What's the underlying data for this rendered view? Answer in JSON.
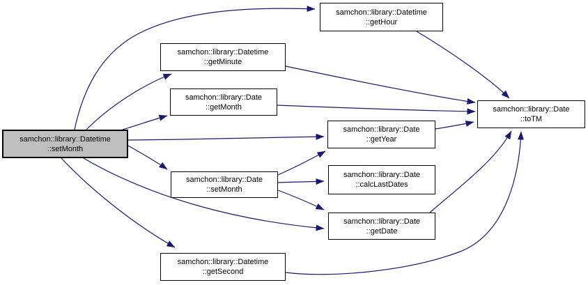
{
  "diagram": {
    "type": "call-graph",
    "background_color": "#ffffff",
    "edge_color": "#191970",
    "node_fill_color": "#ffffff",
    "node_border_color": "#000000",
    "highlight_fill_color": "#bfbfbf",
    "nodes": [
      {
        "id": "datetime-setmonth",
        "line1": "samchon::library::Datetime",
        "line2": "::setMonth",
        "highlighted": true
      },
      {
        "id": "datetime-gethour",
        "line1": "samchon::library::Datetime",
        "line2": "::getHour",
        "highlighted": false
      },
      {
        "id": "datetime-getminute",
        "line1": "samchon::library::Datetime",
        "line2": "::getMinute",
        "highlighted": false
      },
      {
        "id": "date-getmonth",
        "line1": "samchon::library::Date",
        "line2": "::getMonth",
        "highlighted": false
      },
      {
        "id": "date-getyear",
        "line1": "samchon::library::Date",
        "line2": "::getYear",
        "highlighted": false
      },
      {
        "id": "date-setmonth",
        "line1": "samchon::library::Date",
        "line2": "::setMonth",
        "highlighted": false
      },
      {
        "id": "date-calclastdates",
        "line1": "samchon::library::Date",
        "line2": "::calcLastDates",
        "highlighted": false
      },
      {
        "id": "date-getdate",
        "line1": "samchon::library::Date",
        "line2": "::getDate",
        "highlighted": false
      },
      {
        "id": "datetime-getsecond",
        "line1": "samchon::library::Datetime",
        "line2": "::getSecond",
        "highlighted": false
      },
      {
        "id": "date-totm",
        "line1": "samchon::library::Date",
        "line2": "::toTM",
        "highlighted": false
      }
    ],
    "edges": [
      {
        "from": "datetime-setmonth",
        "to": "datetime-gethour"
      },
      {
        "from": "datetime-setmonth",
        "to": "datetime-getminute"
      },
      {
        "from": "datetime-setmonth",
        "to": "date-getmonth"
      },
      {
        "from": "datetime-setmonth",
        "to": "date-getyear"
      },
      {
        "from": "datetime-setmonth",
        "to": "date-setmonth"
      },
      {
        "from": "datetime-setmonth",
        "to": "date-getdate"
      },
      {
        "from": "datetime-setmonth",
        "to": "datetime-getsecond"
      },
      {
        "from": "datetime-gethour",
        "to": "date-totm"
      },
      {
        "from": "datetime-getminute",
        "to": "date-totm"
      },
      {
        "from": "date-getmonth",
        "to": "date-totm"
      },
      {
        "from": "date-getyear",
        "to": "date-totm"
      },
      {
        "from": "date-setmonth",
        "to": "date-getyear"
      },
      {
        "from": "date-setmonth",
        "to": "date-calclastdates"
      },
      {
        "from": "date-setmonth",
        "to": "date-getdate"
      },
      {
        "from": "date-getdate",
        "to": "date-totm"
      },
      {
        "from": "datetime-getsecond",
        "to": "date-totm"
      }
    ]
  }
}
